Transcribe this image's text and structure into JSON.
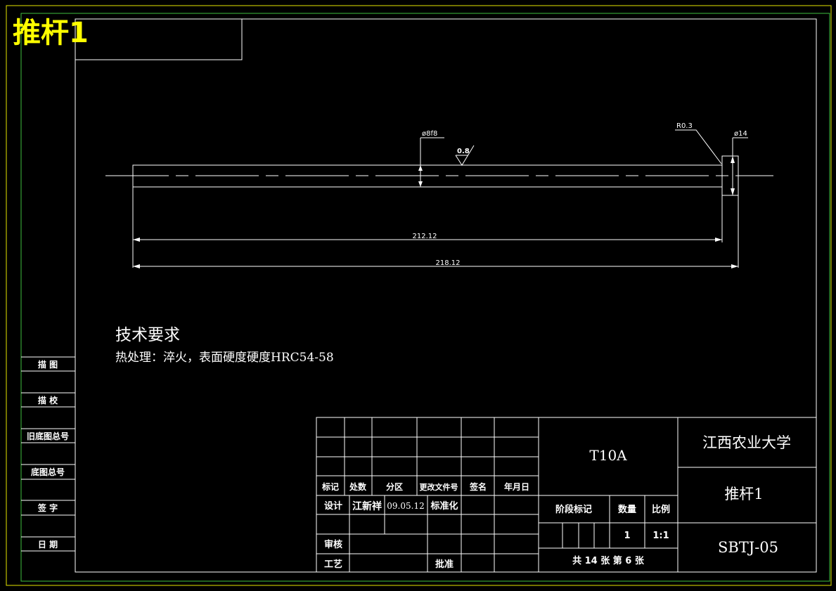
{
  "title_tag": "推杆1",
  "dimensions": {
    "dia_shaft": "ø8f8",
    "roughness": "0.8",
    "radius": "R0.3",
    "dia_head": "ø14",
    "len_inner": "212.12",
    "len_total": "218.12"
  },
  "tech_req": {
    "heading": "技术要求",
    "line1": "热处理：淬火，表面硬度硬度HRC54-58"
  },
  "side_table": {
    "trace": "描  图",
    "check": "描  校",
    "old_no": "旧底图总号",
    "base_no": "底图总号",
    "sign": "签  字",
    "date": "日  期"
  },
  "title_block": {
    "h_mark": "标记",
    "h_count": "处数",
    "h_zone": "分区",
    "h_docno": "更改文件号",
    "h_sign": "签名",
    "h_date": "年月日",
    "design": "设计",
    "designer": "江新祥",
    "design_date": "09.05.12",
    "standard": "标准化",
    "review": "审核",
    "craft": "工艺",
    "approve": "批准",
    "material": "T10A",
    "stage": "阶段标记",
    "qty_label": "数量",
    "scale_label": "比例",
    "qty": "1",
    "scale": "1:1",
    "sheets": "共 14 张  第 6 张",
    "school": "江西农业大学",
    "part_name": "推杆1",
    "drawing_no": "SBTJ-05"
  },
  "colors": {
    "background": "#000000",
    "line": "#ffffff",
    "border": "#3fbf3f",
    "title_text": "#ffff00"
  }
}
